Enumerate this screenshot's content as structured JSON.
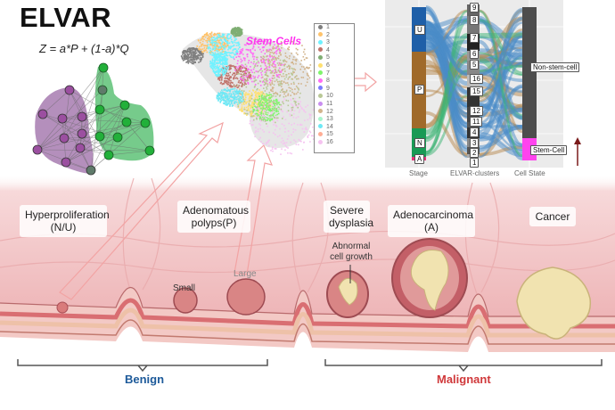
{
  "header": {
    "title": "ELVAR",
    "formula": "Z = a*P + (1-a)*Q"
  },
  "network": {
    "group_colors": {
      "purple": "#9b6aa6",
      "green": "#3cb55a"
    }
  },
  "umap": {
    "annotation": "Stem-Cells",
    "legend": [
      {
        "label": "1",
        "color": "#7f7f7f"
      },
      {
        "label": "2",
        "color": "#ffc36b"
      },
      {
        "label": "3",
        "color": "#6ff2ff"
      },
      {
        "label": "4",
        "color": "#c0736b"
      },
      {
        "label": "5",
        "color": "#7fae73"
      },
      {
        "label": "6",
        "color": "#ffe070"
      },
      {
        "label": "7",
        "color": "#7ff56b"
      },
      {
        "label": "8",
        "color": "#ff6cf5"
      },
      {
        "label": "9",
        "color": "#7a7aff"
      },
      {
        "label": "10",
        "color": "#b9c896"
      },
      {
        "label": "11",
        "color": "#c98ef0"
      },
      {
        "label": "12",
        "color": "#d2b48c"
      },
      {
        "label": "13",
        "color": "#a8f5cc"
      },
      {
        "label": "14",
        "color": "#6ee8f5"
      },
      {
        "label": "15",
        "color": "#ffad94"
      },
      {
        "label": "16",
        "color": "#f5c3f0"
      }
    ]
  },
  "sankey": {
    "axis_labels": [
      "Stage",
      "ELVAR-clusters",
      "Cell State"
    ],
    "stages": [
      {
        "label": "U",
        "color": "#1f5fa8"
      },
      {
        "label": "P",
        "color": "#a06a2a"
      },
      {
        "label": "N",
        "color": "#199a55"
      },
      {
        "label": "A",
        "color": "#e8317a"
      }
    ],
    "clusters": [
      "9",
      "8",
      "7",
      "6",
      "5",
      "16",
      "15",
      "12",
      "11",
      "4",
      "3",
      "2",
      "1"
    ],
    "cell_states": [
      {
        "label": "Non-stem-cell",
        "color": "#4d4d4d"
      },
      {
        "label": "Stem-Cell",
        "color": "#ff44ee"
      }
    ]
  },
  "stages_illustration": {
    "labels": [
      "Hyperproliferation (N/U)",
      "Adenomatous polyps(P)",
      "Severe dysplasia",
      "Adenocarcinoma (A)",
      "Cancer"
    ],
    "polyp_labels": {
      "small": "Small",
      "large": "Large",
      "abnormal": "Abnormal cell growth"
    },
    "groups": [
      {
        "label": "Benign",
        "color": "#1d5a9a"
      },
      {
        "label": "Malignant",
        "color": "#d0393b"
      }
    ]
  }
}
